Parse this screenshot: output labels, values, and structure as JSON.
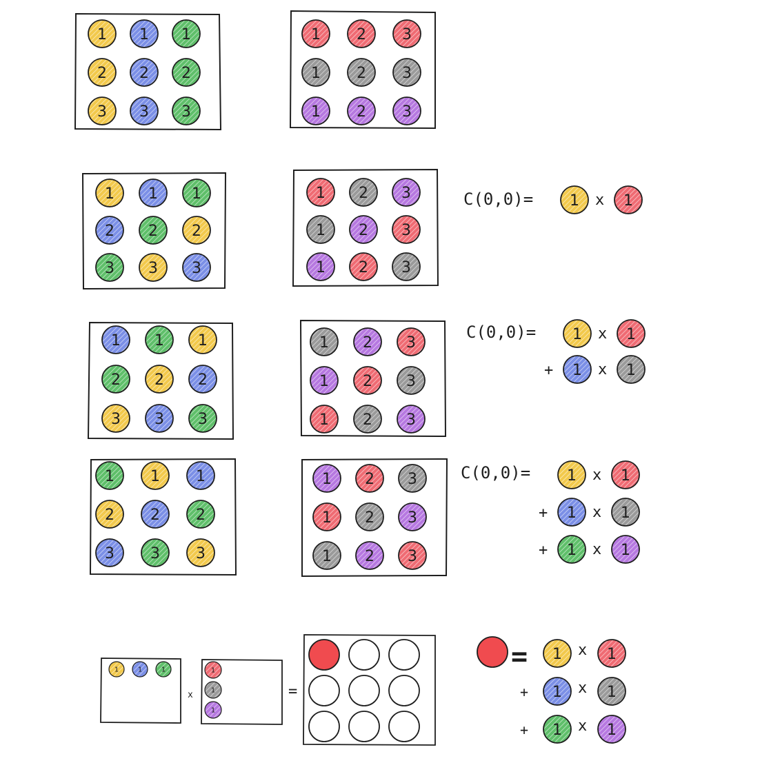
{
  "colors": {
    "yellow": "#f2c94c",
    "blue": "#7b8fe6",
    "green": "#5fbf6a",
    "red": "#ef6b73",
    "gray": "#9a9a9a",
    "purple": "#b678e0",
    "solid_red": "#f04b4f",
    "stroke": "#1e1e1e"
  },
  "matrices": [
    {
      "id": "m1a",
      "cells": [
        [
          "1",
          "yellow"
        ],
        [
          "1",
          "blue"
        ],
        [
          "1",
          "green"
        ],
        [
          "2",
          "yellow"
        ],
        [
          "2",
          "blue"
        ],
        [
          "2",
          "green"
        ],
        [
          "3",
          "yellow"
        ],
        [
          "3",
          "blue"
        ],
        [
          "3",
          "green"
        ]
      ]
    },
    {
      "id": "m1b",
      "cells": [
        [
          "1",
          "red"
        ],
        [
          "2",
          "red"
        ],
        [
          "3",
          "red"
        ],
        [
          "1",
          "gray"
        ],
        [
          "2",
          "gray"
        ],
        [
          "3",
          "gray"
        ],
        [
          "1",
          "purple"
        ],
        [
          "2",
          "purple"
        ],
        [
          "3",
          "purple"
        ]
      ]
    },
    {
      "id": "m2a",
      "cells": [
        [
          "1",
          "yellow"
        ],
        [
          "1",
          "blue"
        ],
        [
          "1",
          "green"
        ],
        [
          "2",
          "blue"
        ],
        [
          "2",
          "green"
        ],
        [
          "2",
          "yellow"
        ],
        [
          "3",
          "green"
        ],
        [
          "3",
          "yellow"
        ],
        [
          "3",
          "blue"
        ]
      ]
    },
    {
      "id": "m2b",
      "cells": [
        [
          "1",
          "red"
        ],
        [
          "2",
          "gray"
        ],
        [
          "3",
          "purple"
        ],
        [
          "1",
          "gray"
        ],
        [
          "2",
          "purple"
        ],
        [
          "3",
          "red"
        ],
        [
          "1",
          "purple"
        ],
        [
          "2",
          "red"
        ],
        [
          "3",
          "gray"
        ]
      ]
    },
    {
      "id": "m3a",
      "cells": [
        [
          "1",
          "blue"
        ],
        [
          "1",
          "green"
        ],
        [
          "1",
          "yellow"
        ],
        [
          "2",
          "green"
        ],
        [
          "2",
          "yellow"
        ],
        [
          "2",
          "blue"
        ],
        [
          "3",
          "yellow"
        ],
        [
          "3",
          "blue"
        ],
        [
          "3",
          "green"
        ]
      ]
    },
    {
      "id": "m3b",
      "cells": [
        [
          "1",
          "gray"
        ],
        [
          "2",
          "purple"
        ],
        [
          "3",
          "red"
        ],
        [
          "1",
          "purple"
        ],
        [
          "2",
          "red"
        ],
        [
          "3",
          "gray"
        ],
        [
          "1",
          "red"
        ],
        [
          "2",
          "gray"
        ],
        [
          "3",
          "purple"
        ]
      ]
    },
    {
      "id": "m4a",
      "cells": [
        [
          "1",
          "green"
        ],
        [
          "1",
          "yellow"
        ],
        [
          "1",
          "blue"
        ],
        [
          "2",
          "yellow"
        ],
        [
          "2",
          "blue"
        ],
        [
          "2",
          "green"
        ],
        [
          "3",
          "blue"
        ],
        [
          "3",
          "green"
        ],
        [
          "3",
          "yellow"
        ]
      ]
    },
    {
      "id": "m4b",
      "cells": [
        [
          "1",
          "purple"
        ],
        [
          "2",
          "red"
        ],
        [
          "3",
          "gray"
        ],
        [
          "1",
          "red"
        ],
        [
          "2",
          "gray"
        ],
        [
          "3",
          "purple"
        ],
        [
          "1",
          "gray"
        ],
        [
          "2",
          "purple"
        ],
        [
          "3",
          "red"
        ]
      ]
    }
  ],
  "equations": {
    "label": "C(0,0)=",
    "times": "x",
    "plus": "+",
    "eq1_terms": [
      [
        "1",
        "yellow",
        "1",
        "red"
      ]
    ],
    "eq2_terms": [
      [
        "1",
        "yellow",
        "1",
        "red"
      ],
      [
        "1",
        "blue",
        "1",
        "gray"
      ]
    ],
    "eq3_terms": [
      [
        "1",
        "yellow",
        "1",
        "red"
      ],
      [
        "1",
        "blue",
        "1",
        "gray"
      ],
      [
        "1",
        "green",
        "1",
        "purple"
      ]
    ]
  },
  "bottom": {
    "times": "x",
    "equals": "=",
    "big_equals": "=",
    "row_cells": [
      [
        "1",
        "yellow"
      ],
      [
        "1",
        "blue"
      ],
      [
        "1",
        "green"
      ]
    ],
    "col_cells": [
      [
        "1",
        "red"
      ],
      [
        "1",
        "gray"
      ],
      [
        "1",
        "purple"
      ]
    ],
    "terms": [
      [
        "1",
        "yellow",
        "1",
        "red"
      ],
      [
        "1",
        "blue",
        "1",
        "gray"
      ],
      [
        "1",
        "green",
        "1",
        "purple"
      ]
    ]
  }
}
